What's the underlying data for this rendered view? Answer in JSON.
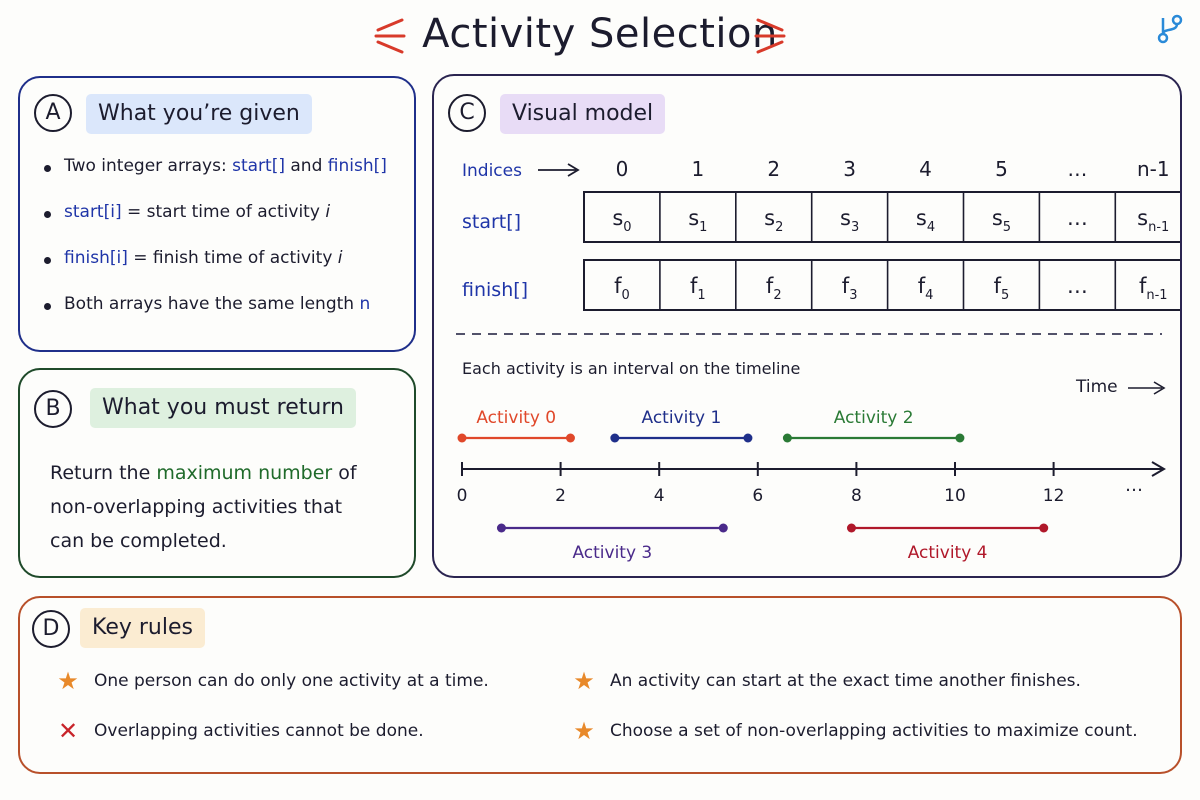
{
  "title": "Activity Selection",
  "panel_a": {
    "badge": "A",
    "heading": "What you’re given",
    "items": [
      {
        "before": "Two integer arrays: ",
        "code1": "start[]",
        "mid": " and ",
        "code2": "finish[]",
        "after": ""
      },
      {
        "before": "",
        "code1": "start[i]",
        "mid": " = start time of activity ",
        "code2": "",
        "after": "i"
      },
      {
        "before": "",
        "code1": "finish[i]",
        "mid": " = finish time of activity ",
        "code2": "",
        "after": "i"
      },
      {
        "before": "Both arrays have the same length ",
        "code1": "",
        "mid": "",
        "code2": "n",
        "after": ""
      }
    ]
  },
  "panel_b": {
    "badge": "B",
    "heading": "What you must return",
    "line1_before": "Return the ",
    "line1_highlight": "maximum number",
    "line1_after": " of",
    "line2": "non-overlapping activities that",
    "line3": "can be completed."
  },
  "panel_c": {
    "badge": "C",
    "heading": "Visual model",
    "indices_label": "Indices",
    "indices": [
      "0",
      "1",
      "2",
      "3",
      "4",
      "5",
      "…",
      "n-1"
    ],
    "start_label": "start[]",
    "start_cells": [
      {
        "base": "s",
        "sub": "0"
      },
      {
        "base": "s",
        "sub": "1"
      },
      {
        "base": "s",
        "sub": "2"
      },
      {
        "base": "s",
        "sub": "3"
      },
      {
        "base": "s",
        "sub": "4"
      },
      {
        "base": "s",
        "sub": "5"
      },
      {
        "base": "…",
        "sub": ""
      },
      {
        "base": "s",
        "sub": "n-1"
      }
    ],
    "finish_label": "finish[]",
    "finish_cells": [
      {
        "base": "f",
        "sub": "0"
      },
      {
        "base": "f",
        "sub": "1"
      },
      {
        "base": "f",
        "sub": "2"
      },
      {
        "base": "f",
        "sub": "3"
      },
      {
        "base": "f",
        "sub": "4"
      },
      {
        "base": "f",
        "sub": "5"
      },
      {
        "base": "…",
        "sub": ""
      },
      {
        "base": "f",
        "sub": "n-1"
      }
    ],
    "timeline_caption": "Each activity is an interval on the timeline",
    "time_label": "Time",
    "ticks": [
      "0",
      "2",
      "4",
      "6",
      "8",
      "10",
      "12"
    ],
    "axis_ellipsis": "…",
    "activities": [
      {
        "label": "Activity 0",
        "start": 0,
        "end": 2.2,
        "color": "#e0482a",
        "above": true
      },
      {
        "label": "Activity 1",
        "start": 3.1,
        "end": 5.8,
        "color": "#1f2f8a",
        "above": true
      },
      {
        "label": "Activity 2",
        "start": 6.6,
        "end": 10.1,
        "color": "#2a7a35",
        "above": true
      },
      {
        "label": "Activity 3",
        "start": 0.8,
        "end": 5.3,
        "color": "#4a2a8a",
        "above": false
      },
      {
        "label": "Activity 4",
        "start": 7.9,
        "end": 11.8,
        "color": "#b0182a",
        "above": false
      }
    ]
  },
  "panel_d": {
    "badge": "D",
    "heading": "Key rules",
    "rules": [
      {
        "icon": "star",
        "text": "One person can do only one activity at a time."
      },
      {
        "icon": "cross",
        "text": "Overlapping activities cannot be done."
      },
      {
        "icon": "star",
        "text": "An activity can start at the exact time another finishes."
      },
      {
        "icon": "star",
        "text": "Choose a set of non-overlapping activities to maximize count."
      }
    ]
  },
  "colors": {
    "accent_blue": "#1f35a8",
    "accent_green": "#1f6a2a",
    "head_a_bg": "#dbe7fb",
    "head_b_bg": "#def0df",
    "head_c_bg": "#e8dcf6",
    "head_d_bg": "#fbecd2",
    "star": "#e8892a",
    "cross": "#c8242a"
  }
}
